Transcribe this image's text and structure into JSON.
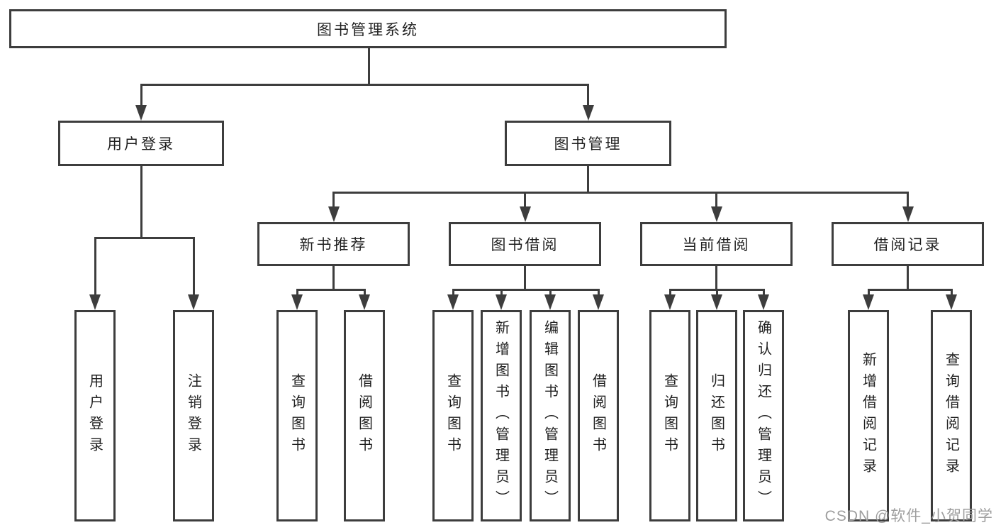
{
  "colors": {
    "line": "#3d3d3d",
    "text": "#1f1f1f",
    "background": "#ffffff",
    "watermark": "#9e9e9e"
  },
  "watermark": "CSDN @软件_小贺同学",
  "tree": {
    "root": {
      "label": "图书管理系统"
    },
    "branches": [
      {
        "label": "用户登录",
        "children": [
          {
            "label": "用户登录"
          },
          {
            "label": "注销登录"
          }
        ]
      },
      {
        "label": "图书管理",
        "children": [
          {
            "label": "新书推荐",
            "children": [
              {
                "label": "查询图书"
              },
              {
                "label": "借阅图书"
              }
            ]
          },
          {
            "label": "图书借阅",
            "children": [
              {
                "label": "查询图书"
              },
              {
                "label": "新增图书（管理员）"
              },
              {
                "label": "编辑图书（管理员）"
              },
              {
                "label": "借阅图书"
              }
            ]
          },
          {
            "label": "当前借阅",
            "children": [
              {
                "label": "查询图书"
              },
              {
                "label": "归还图书"
              },
              {
                "label": "确认归还（管理员）"
              }
            ]
          },
          {
            "label": "借阅记录",
            "children": [
              {
                "label": "新增借阅记录"
              },
              {
                "label": "查询借阅记录"
              }
            ]
          }
        ]
      }
    ]
  }
}
